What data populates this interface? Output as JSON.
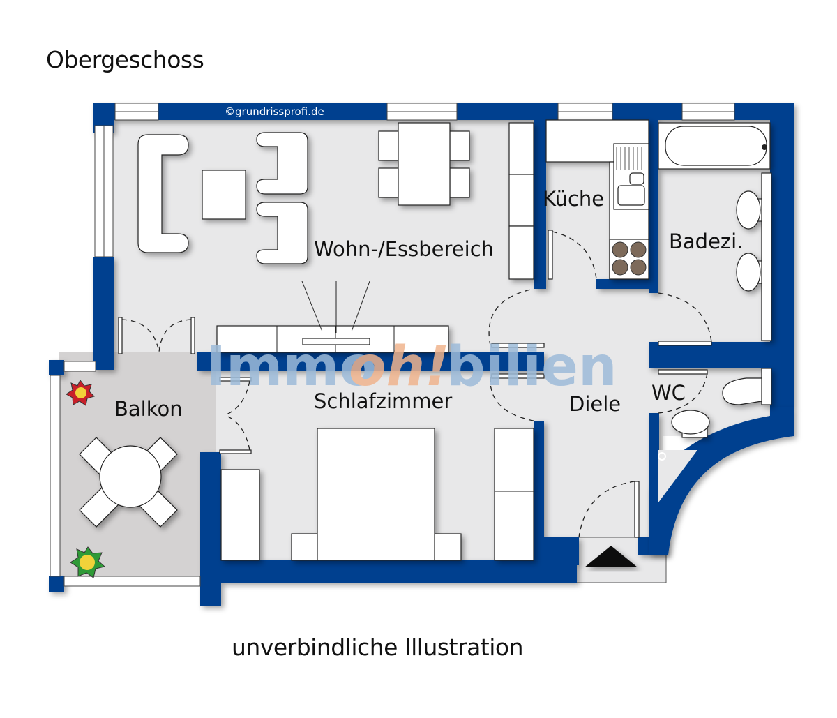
{
  "header": {
    "title": "Obergeschoss"
  },
  "footer": {
    "caption": "unverbindliche Illustration"
  },
  "copyright": "©grundrissprofi.de",
  "watermark": {
    "part1": "Immo",
    "part2": "oh!",
    "part3": "bilien"
  },
  "rooms": {
    "living": "Wohn-/Essbereich",
    "kitchen": "Küche",
    "bath": "Badezi.",
    "bedroom": "Schlafzimmer",
    "balcony": "Balkon",
    "hall": "Diele",
    "wc": "WC"
  },
  "colors": {
    "wall": "#03408f",
    "floor": "#e8e8e9",
    "balcony_floor": "#d4d2d2",
    "watermark_blue": "#9dbbd9",
    "watermark_orange": "#f0b48e"
  },
  "icons": [
    "entrance-arrow-icon",
    "plant-icon",
    "stove-icon",
    "sink-icon",
    "bathtub-icon",
    "toilet-icon"
  ]
}
